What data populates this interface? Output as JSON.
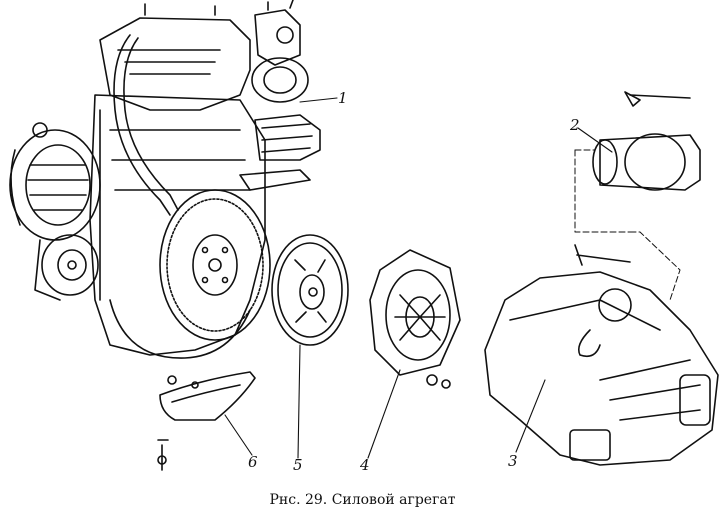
{
  "callouts": [
    {
      "id": "1",
      "label": "1"
    },
    {
      "id": "2",
      "label": "2"
    },
    {
      "id": "3",
      "label": "3"
    },
    {
      "id": "4",
      "label": "4"
    },
    {
      "id": "5",
      "label": "5"
    },
    {
      "id": "6",
      "label": "6"
    }
  ],
  "caption": "Рнс. 29. Силовой агрегат",
  "colors": {
    "ink": "#111111",
    "paper": "#ffffff"
  }
}
